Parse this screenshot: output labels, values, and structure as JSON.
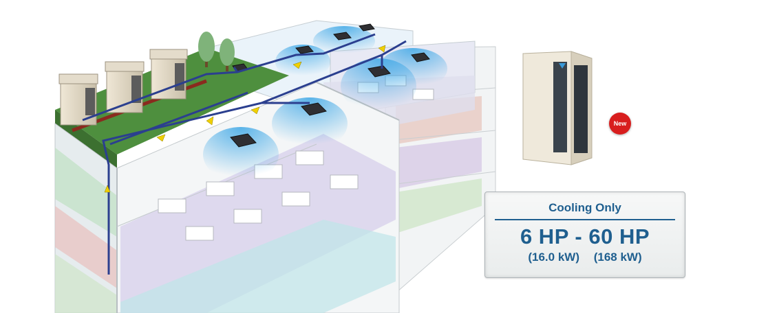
{
  "badge": {
    "label": "New",
    "color": "#d81e1e"
  },
  "spec": {
    "title": "Cooling Only",
    "range": "6 HP - 60 HP",
    "min_kw": "(16.0 kW)",
    "max_kw": "(168 kW)",
    "text_color": "#1f5f8f"
  },
  "illustration": {
    "subject": "building-cutaway-vrv-system",
    "refrigerant_pipe_color": "#2b3f8f",
    "flow_arrow_color": "#f0d000",
    "roof_color": "#4e8f3e"
  }
}
